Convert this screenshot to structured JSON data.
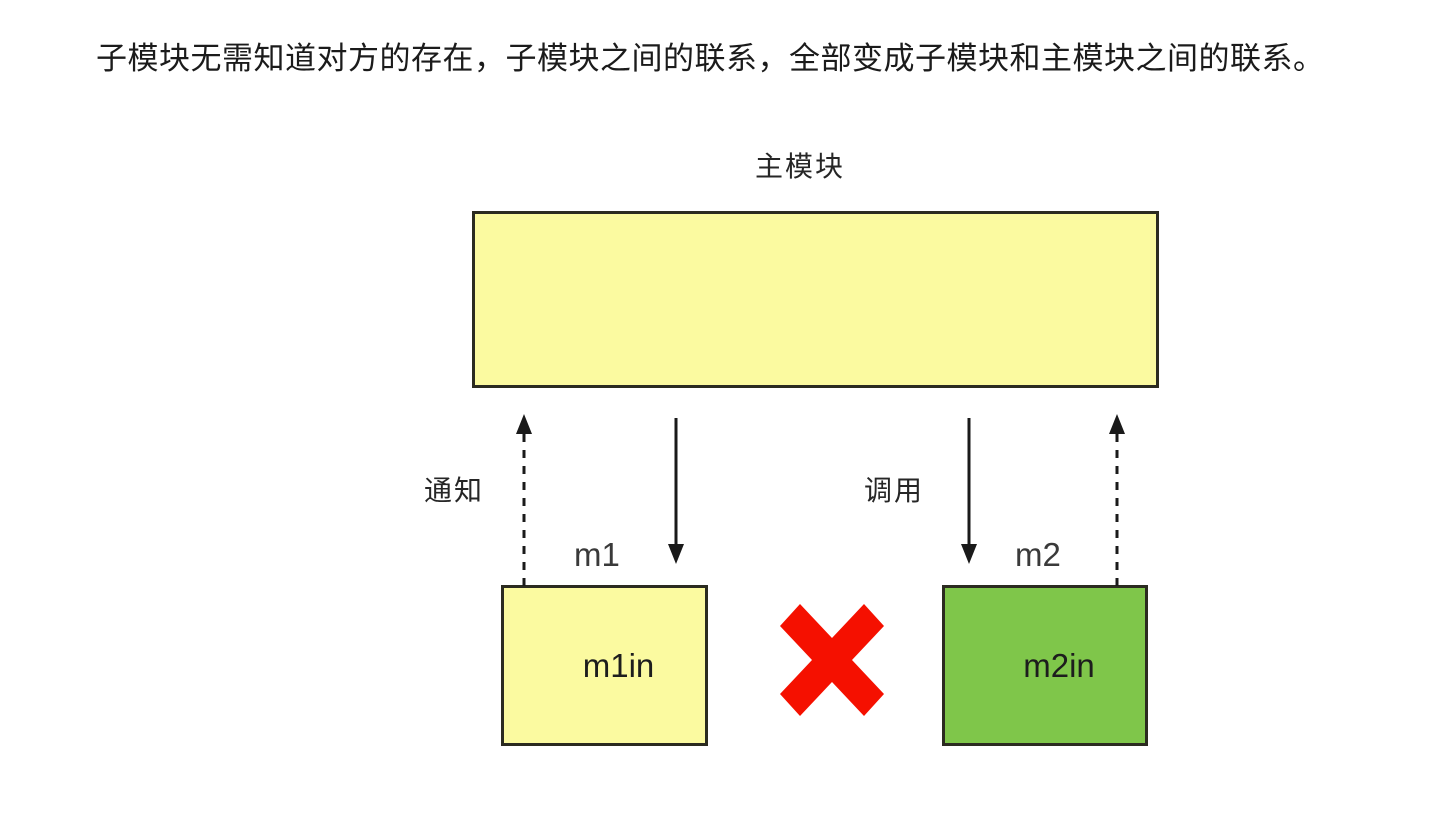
{
  "title": "子模块无需知道对方的存在，子模块之间的联系，全部变成子模块和主模块之间的联系。",
  "diagram": {
    "main_module": {
      "label": "主模块",
      "fill_color": "#FBFAA0",
      "border_color": "#2B2B20"
    },
    "submodules": [
      {
        "name_label": "m1",
        "box_text": "m1in",
        "fill_color": "#FBFAA0",
        "border_color": "#2B2B20"
      },
      {
        "name_label": "m2",
        "box_text": "m2in",
        "fill_color": "#7FC64A",
        "border_color": "#2B2B20"
      }
    ],
    "connections": [
      {
        "label": "通知",
        "style": "dashed",
        "direction": "up",
        "from": "m1in",
        "to": "主模块"
      },
      {
        "label": "",
        "style": "solid",
        "direction": "down",
        "from": "主模块",
        "to": "m1in"
      },
      {
        "label": "调用",
        "style": "solid",
        "direction": "down",
        "from": "主模块",
        "to": "m2in"
      },
      {
        "label": "",
        "style": "dashed",
        "direction": "up",
        "from": "m2in",
        "to": "主模块"
      }
    ],
    "blocked_link": {
      "icon": "red-cross-mark",
      "color": "#F51000",
      "between": [
        "m1in",
        "m2in"
      ]
    }
  }
}
